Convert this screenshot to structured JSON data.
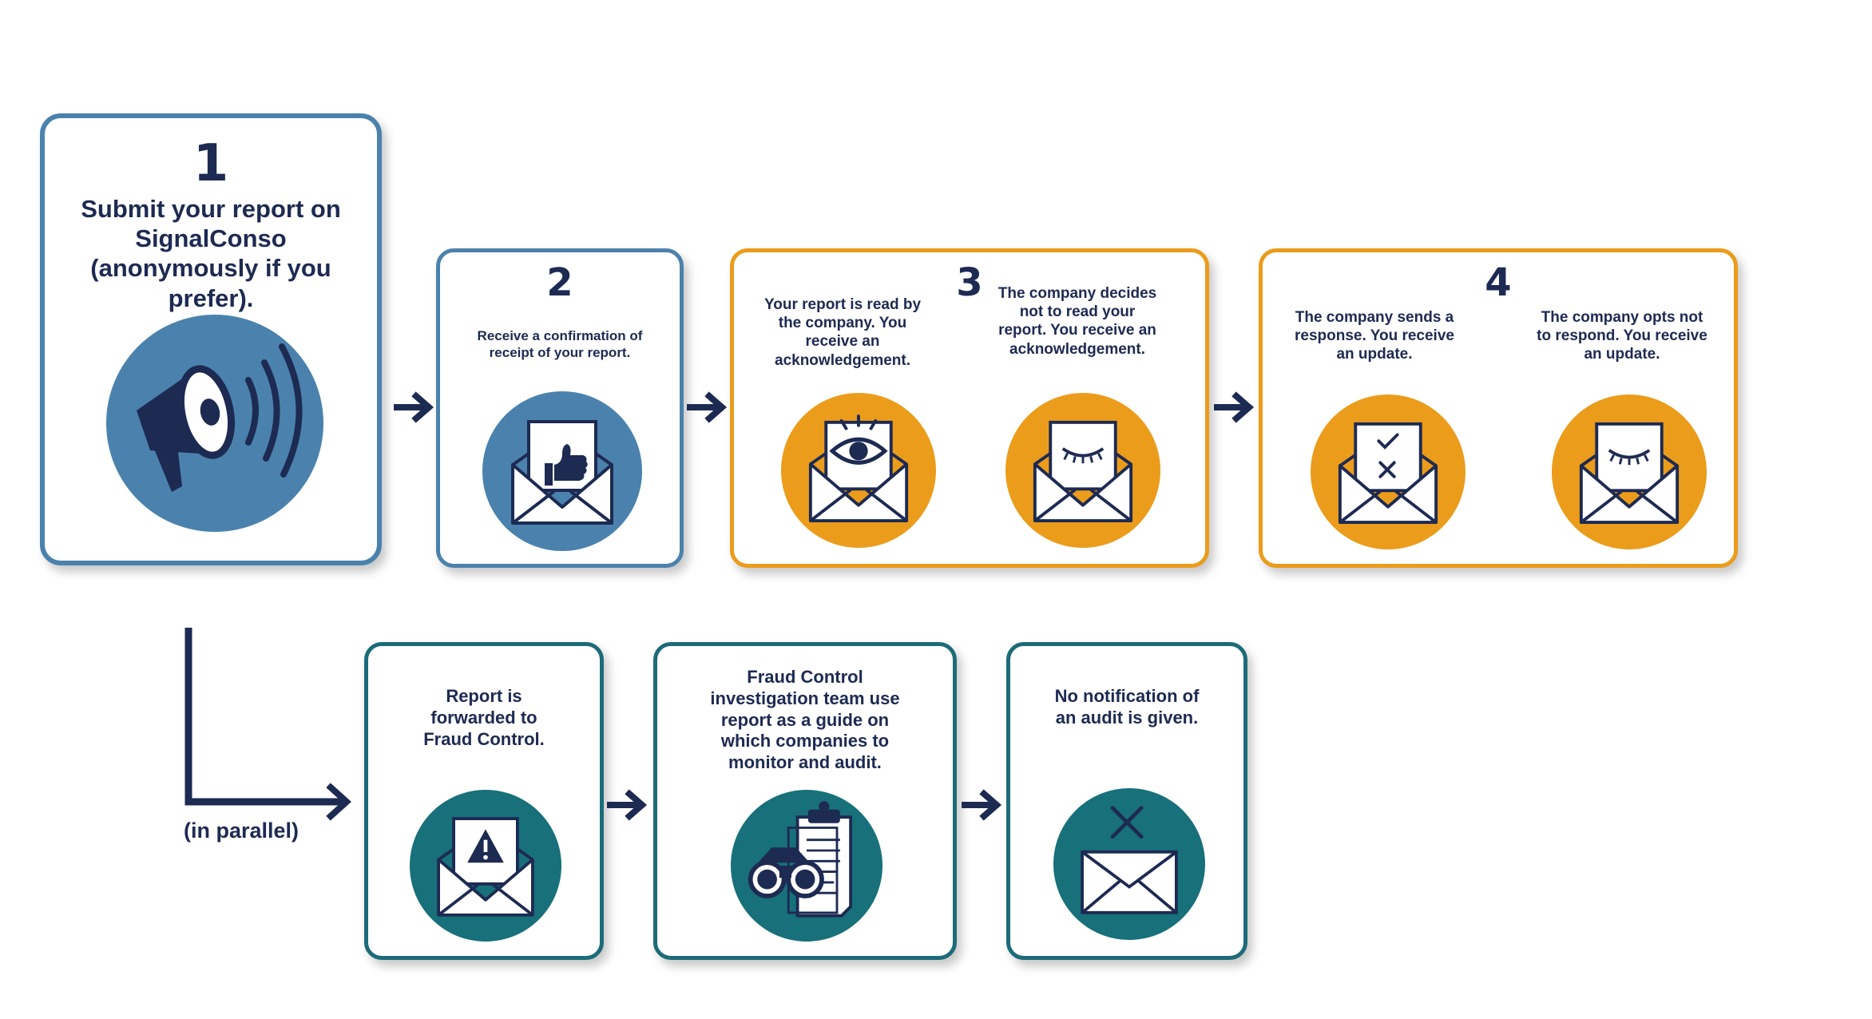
{
  "step1": {
    "number": "1",
    "text": "Submit your report on SignalConso (anonymously if you prefer)."
  },
  "step2": {
    "number": "2",
    "text": "Receive a confirmation of receipt of your report."
  },
  "step3": {
    "number": "3",
    "left_text": "Your report is read by the company. You receive an acknowledgement.",
    "right_text": "The company decides not to read your report. You receive an acknowledgement."
  },
  "step4": {
    "number": "4",
    "left_text": "The company sends a response. You receive an update.",
    "right_text": "The company opts not to respond. You receive an update."
  },
  "parallel": {
    "label": "(in parallel)"
  },
  "fraud1": {
    "text": "Report is forwarded to Fraud Control."
  },
  "fraud2": {
    "text": "Fraud Control investigation team use report as a guide on which companies to monitor and audit."
  },
  "fraud3": {
    "text": "No notification of an audit is given."
  },
  "colors": {
    "blue": "#4a82ad",
    "orange": "#eb9c1b",
    "teal": "#17707a",
    "navy": "#1d2a52"
  },
  "icons": [
    "megaphone-icon",
    "thumbs-up-envelope-icon",
    "eye-envelope-icon",
    "closed-eye-envelope-icon",
    "check-cross-envelope-icon",
    "warning-envelope-icon",
    "binoculars-clipboard-icon",
    "crossed-envelope-icon"
  ]
}
